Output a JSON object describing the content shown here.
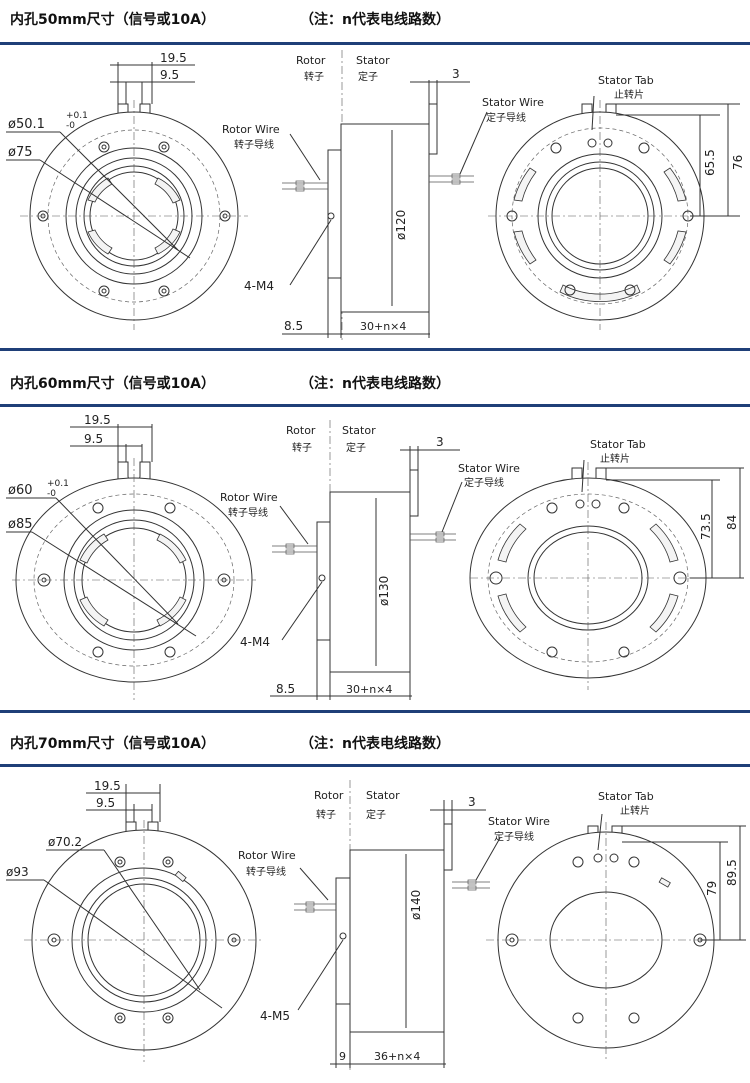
{
  "note": "（注：n代表电线路数）",
  "sections": [
    {
      "title": "内孔50mm尺寸（信号或10A）",
      "front": {
        "dim_a": "19.5",
        "dim_b": "9.5",
        "bore": "ø50.1",
        "tol_up": "+0.1",
        "tol_low": "-0",
        "outer": "ø75"
      },
      "side": {
        "rotor": "Rotor",
        "rotor_cn": "转子",
        "stator": "Stator",
        "stator_cn": "定子",
        "tab_thk": "3",
        "rotor_wire": "Rotor Wire",
        "rotor_wire_cn": "转子导线",
        "stator_wire": "Stator Wire",
        "stator_wire_cn": "定子导线",
        "dia": "ø120",
        "screw": "4-M4",
        "flange": "8.5",
        "length": "30+n×4"
      },
      "back": {
        "tab": "Stator Tab",
        "tab_cn": "止转片",
        "h1": "65.5",
        "h2": "76"
      }
    },
    {
      "title": "内孔60mm尺寸（信号或10A）",
      "front": {
        "dim_a": "19.5",
        "dim_b": "9.5",
        "bore": "ø60",
        "tol_up": "+0.1",
        "tol_low": "-0",
        "outer": "ø85"
      },
      "side": {
        "rotor": "Rotor",
        "rotor_cn": "转子",
        "stator": "Stator",
        "stator_cn": "定子",
        "tab_thk": "3",
        "rotor_wire": "Rotor Wire",
        "rotor_wire_cn": "转子导线",
        "stator_wire": "Stator Wire",
        "stator_wire_cn": "定子导线",
        "dia": "ø130",
        "screw": "4-M4",
        "flange": "8.5",
        "length": "30+n×4"
      },
      "back": {
        "tab": "Stator Tab",
        "tab_cn": "止转片",
        "h1": "73.5",
        "h2": "84"
      }
    },
    {
      "title": "内孔70mm尺寸（信号或10A）",
      "front": {
        "dim_a": "19.5",
        "dim_b": "9.5",
        "bore": "ø70.2",
        "tol_up": "",
        "tol_low": "",
        "outer": "ø93"
      },
      "side": {
        "rotor": "Rotor",
        "rotor_cn": "转子",
        "stator": "Stator",
        "stator_cn": "定子",
        "tab_thk": "3",
        "rotor_wire": "Rotor Wire",
        "rotor_wire_cn": "转子导线",
        "stator_wire": "Stator Wire",
        "stator_wire_cn": "定子导线",
        "dia": "ø140",
        "screw": "4-M5",
        "flange": "9",
        "length": "36+n×4"
      },
      "back": {
        "tab": "Stator Tab",
        "tab_cn": "止转片",
        "h1": "79",
        "h2": "89.5"
      }
    }
  ]
}
